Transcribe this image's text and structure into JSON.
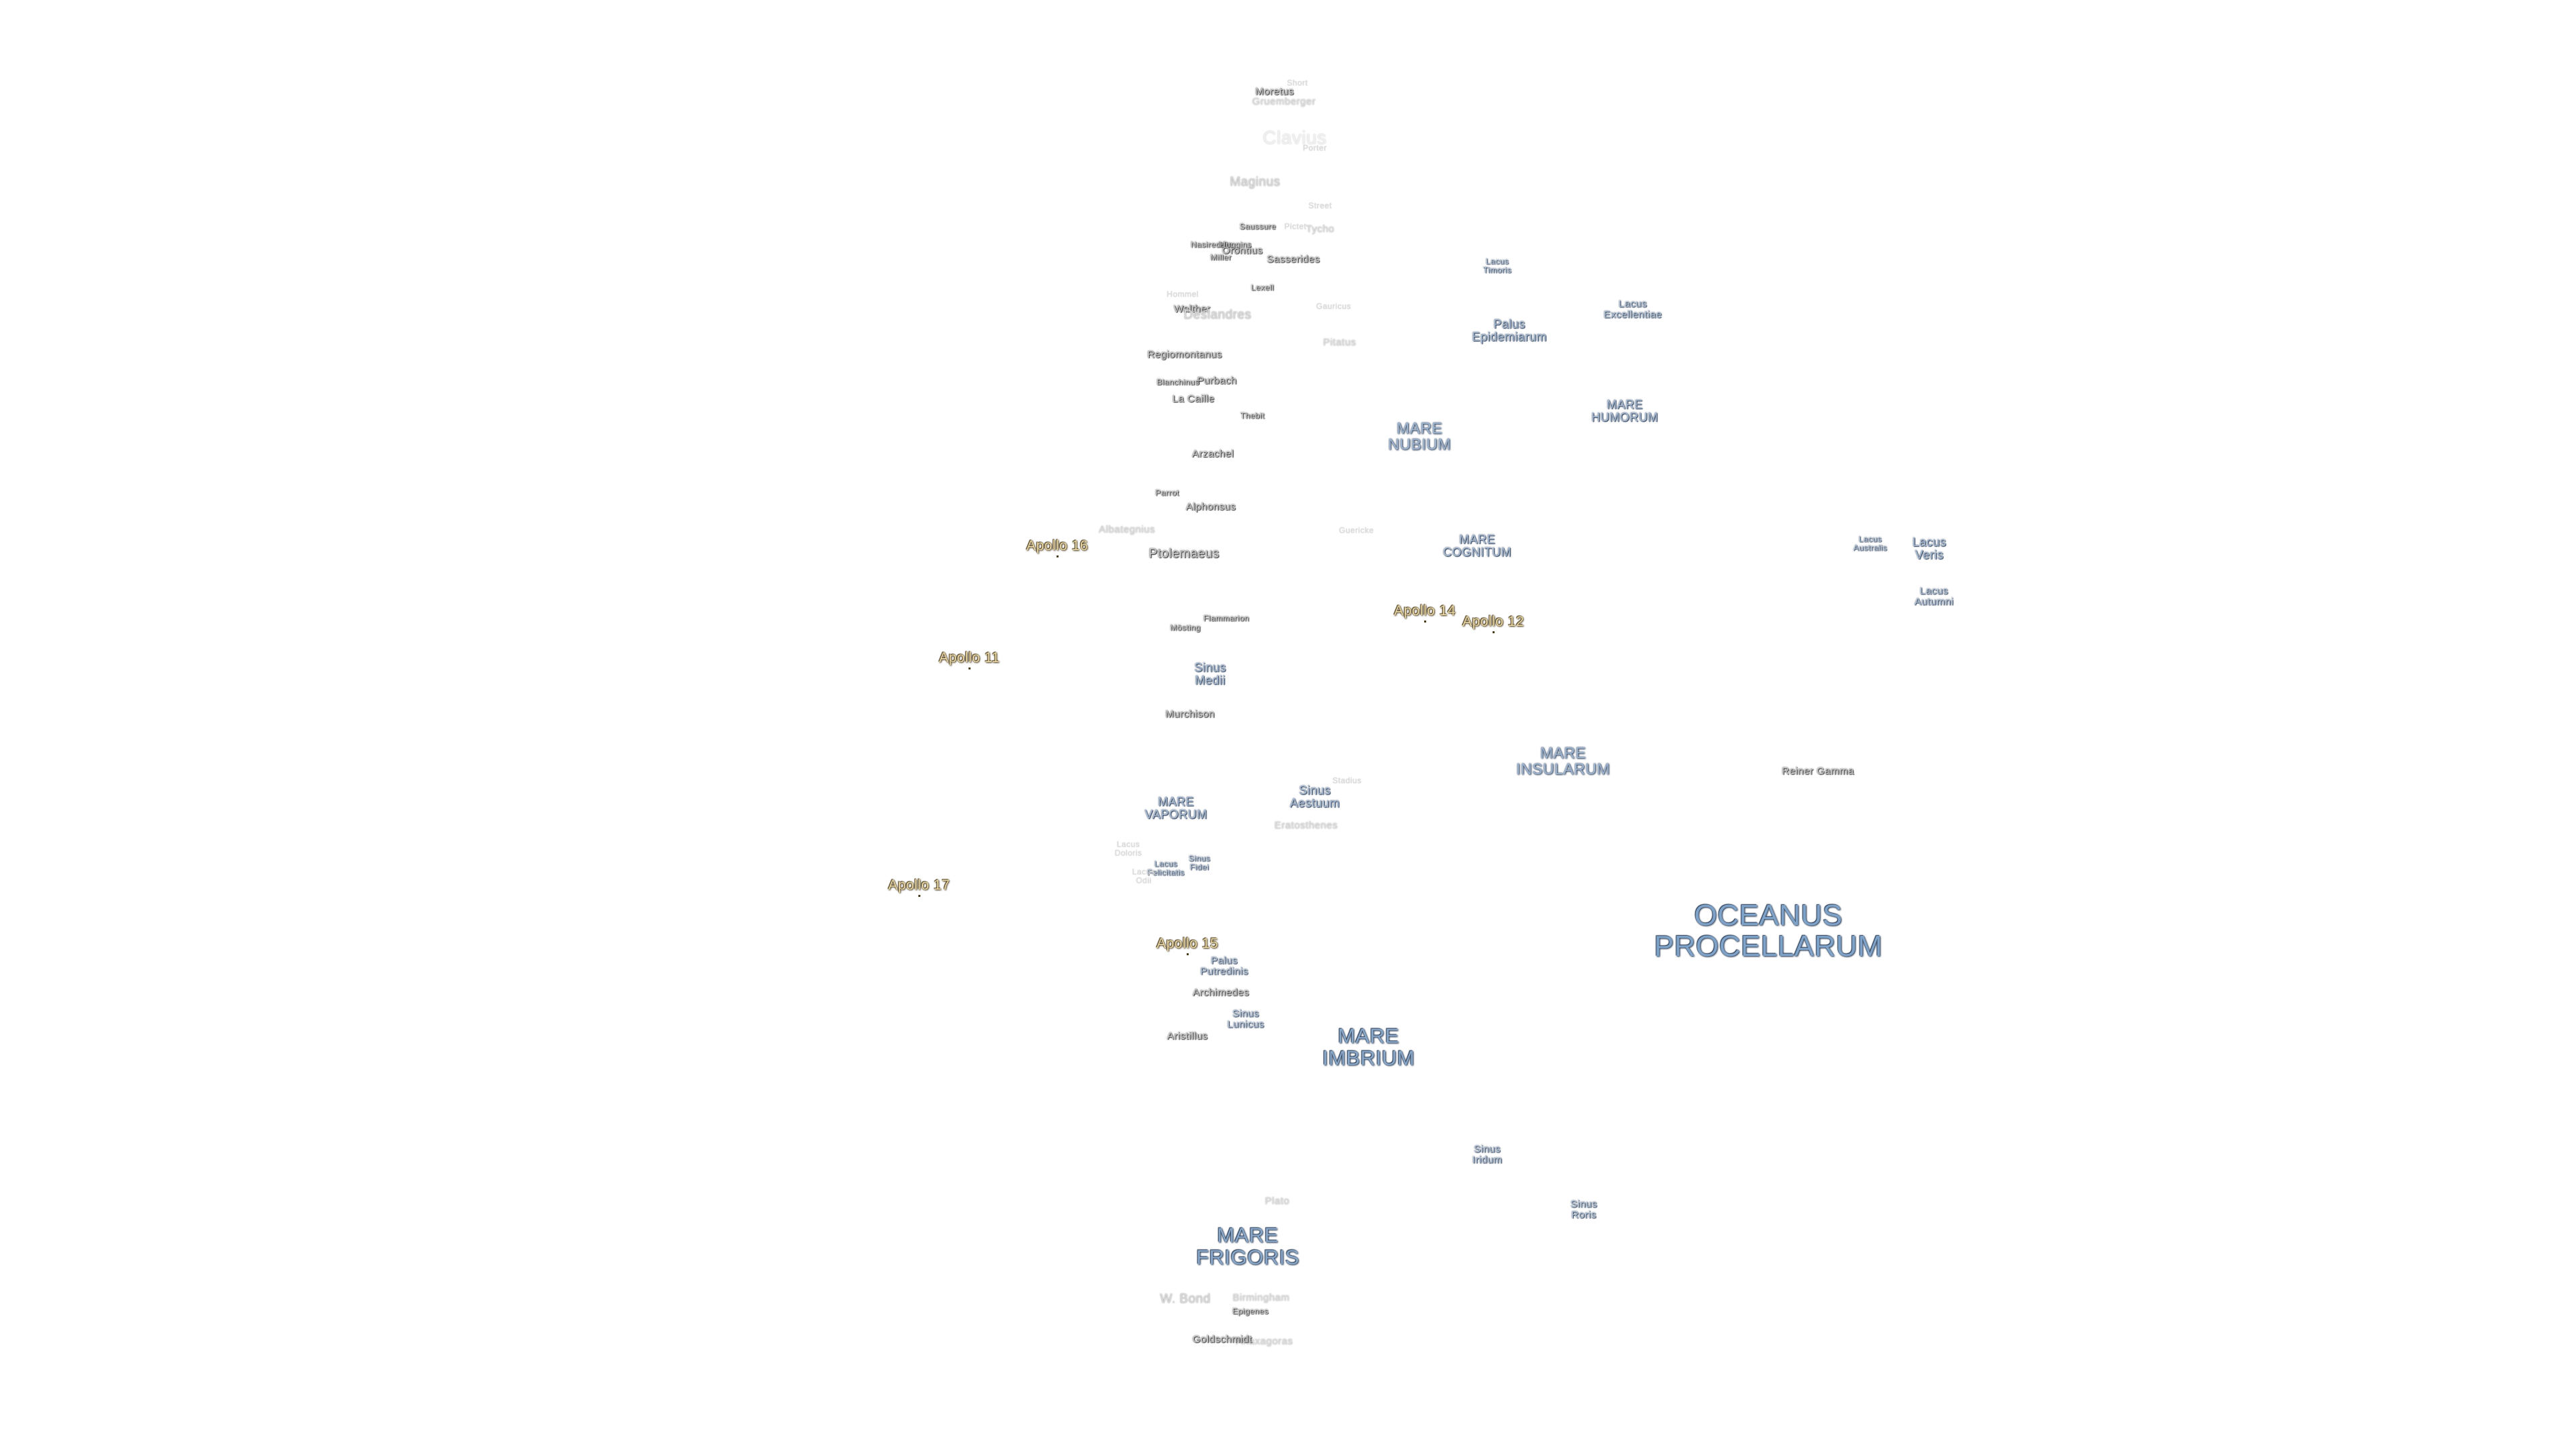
{
  "maria": {
    "oceanus_procellarum": [
      "OCEANUS",
      "PROCELLARUM"
    ],
    "mare_imbrium": [
      "MARE",
      "IMBRIUM"
    ],
    "mare_frigoris": [
      "MARE",
      "FRIGORIS"
    ],
    "mare_nubium": [
      "MARE",
      "NUBIUM"
    ],
    "mare_humorum": [
      "MARE",
      "HUMORUM"
    ],
    "mare_cognitum": [
      "MARE",
      "COGNITUM"
    ],
    "mare_insularum": [
      "MARE",
      "INSULARUM"
    ],
    "mare_vaporum": [
      "MARE",
      "VAPORUM"
    ]
  },
  "bays_lakes": {
    "palus_epidemiarum": [
      "Palus",
      "Epidemiarum"
    ],
    "lacus_timoris": [
      "Lacus",
      "Timoris"
    ],
    "lacus_excellentiae": [
      "Lacus",
      "Excellentiae"
    ],
    "lacus_veris": [
      "Lacus",
      "Veris"
    ],
    "lacus_australis": [
      "Lacus",
      "Australis"
    ],
    "lacus_autumni": [
      "Lacus",
      "Autumni"
    ],
    "sinus_medii": [
      "Sinus",
      "Medii"
    ],
    "sinus_aestuum": [
      "Sinus",
      "Aestuum"
    ],
    "lacus_doloris": [
      "Lacus",
      "Doloris"
    ],
    "lacus_felicitatis": [
      "Lacus",
      "Felicitatis"
    ],
    "lacus_odii": [
      "Lacus",
      "Odii"
    ],
    "sinus_fidei": [
      "Sinus",
      "Fidei"
    ],
    "palus_putredinis": [
      "Palus",
      "Putredinis"
    ],
    "sinus_lunicus": [
      "Sinus",
      "Lunicus"
    ],
    "sinus_iridum": [
      "Sinus",
      "Iridum"
    ],
    "sinus_roris": [
      "Sinus",
      "Roris"
    ]
  },
  "craters": {
    "short": "Short",
    "moretus": "Moretus",
    "gruemberger": "Gruemberger",
    "clavius": "Clavius",
    "porter": "Porter",
    "maginus": "Maginus",
    "street": "Street",
    "saussure": "Saussure",
    "pictet": "Pictet",
    "tycho": "Tycho",
    "nasireddin": "Nasireddin",
    "huggins": "Huggins",
    "orontius": "Orontius",
    "miller": "Miller",
    "sasserides": "Sasserides",
    "lexell": "Lexell",
    "hommel": "Hommel",
    "walther": "Walther",
    "deslandres": "Deslandres",
    "gauricus": "Gauricus",
    "pitatus": "Pitatus",
    "regiomontanus": "Regiomontanus",
    "purbach": "Purbach",
    "blanchinus": "Blanchinus",
    "la_caille": "La Caille",
    "thebit": "Thebit",
    "arzachel": "Arzachel",
    "parrot": "Parrot",
    "alphonsus": "Alphonsus",
    "albategnius": "Albategnius",
    "guericke": "Guericke",
    "ptolemaeus": "Ptolemaeus",
    "flammarion": "Flammarion",
    "mosting": "Mösting",
    "murchison": "Murchison",
    "rainer_gamma": "Reiner Gamma",
    "eratosthenes": "Eratosthenes",
    "stadius": "Stadius",
    "archimedes": "Archimedes",
    "aristillus": "Aristillus",
    "plato": "Plato",
    "w_bond": "W. Bond",
    "birmingham": "Birmingham",
    "epigenes": "Epigenes",
    "goldschmidt": "Goldschmidt",
    "anaxagoras": "Anaxagoras"
  },
  "apollo": {
    "a11": "Apollo 11",
    "a12": "Apollo 12",
    "a14": "Apollo 14",
    "a15": "Apollo 15",
    "a16": "Apollo 16",
    "a17": "Apollo 17"
  },
  "colors": {
    "background": "#ffffff",
    "mare_text": "#8aa8c9",
    "mare_outline": "#2c3e57",
    "crater_text": "#c8c8c8",
    "crater_outline": "#2e2e2e",
    "apollo_text": "#ead9a6",
    "apollo_outline": "#4a3b1c"
  }
}
